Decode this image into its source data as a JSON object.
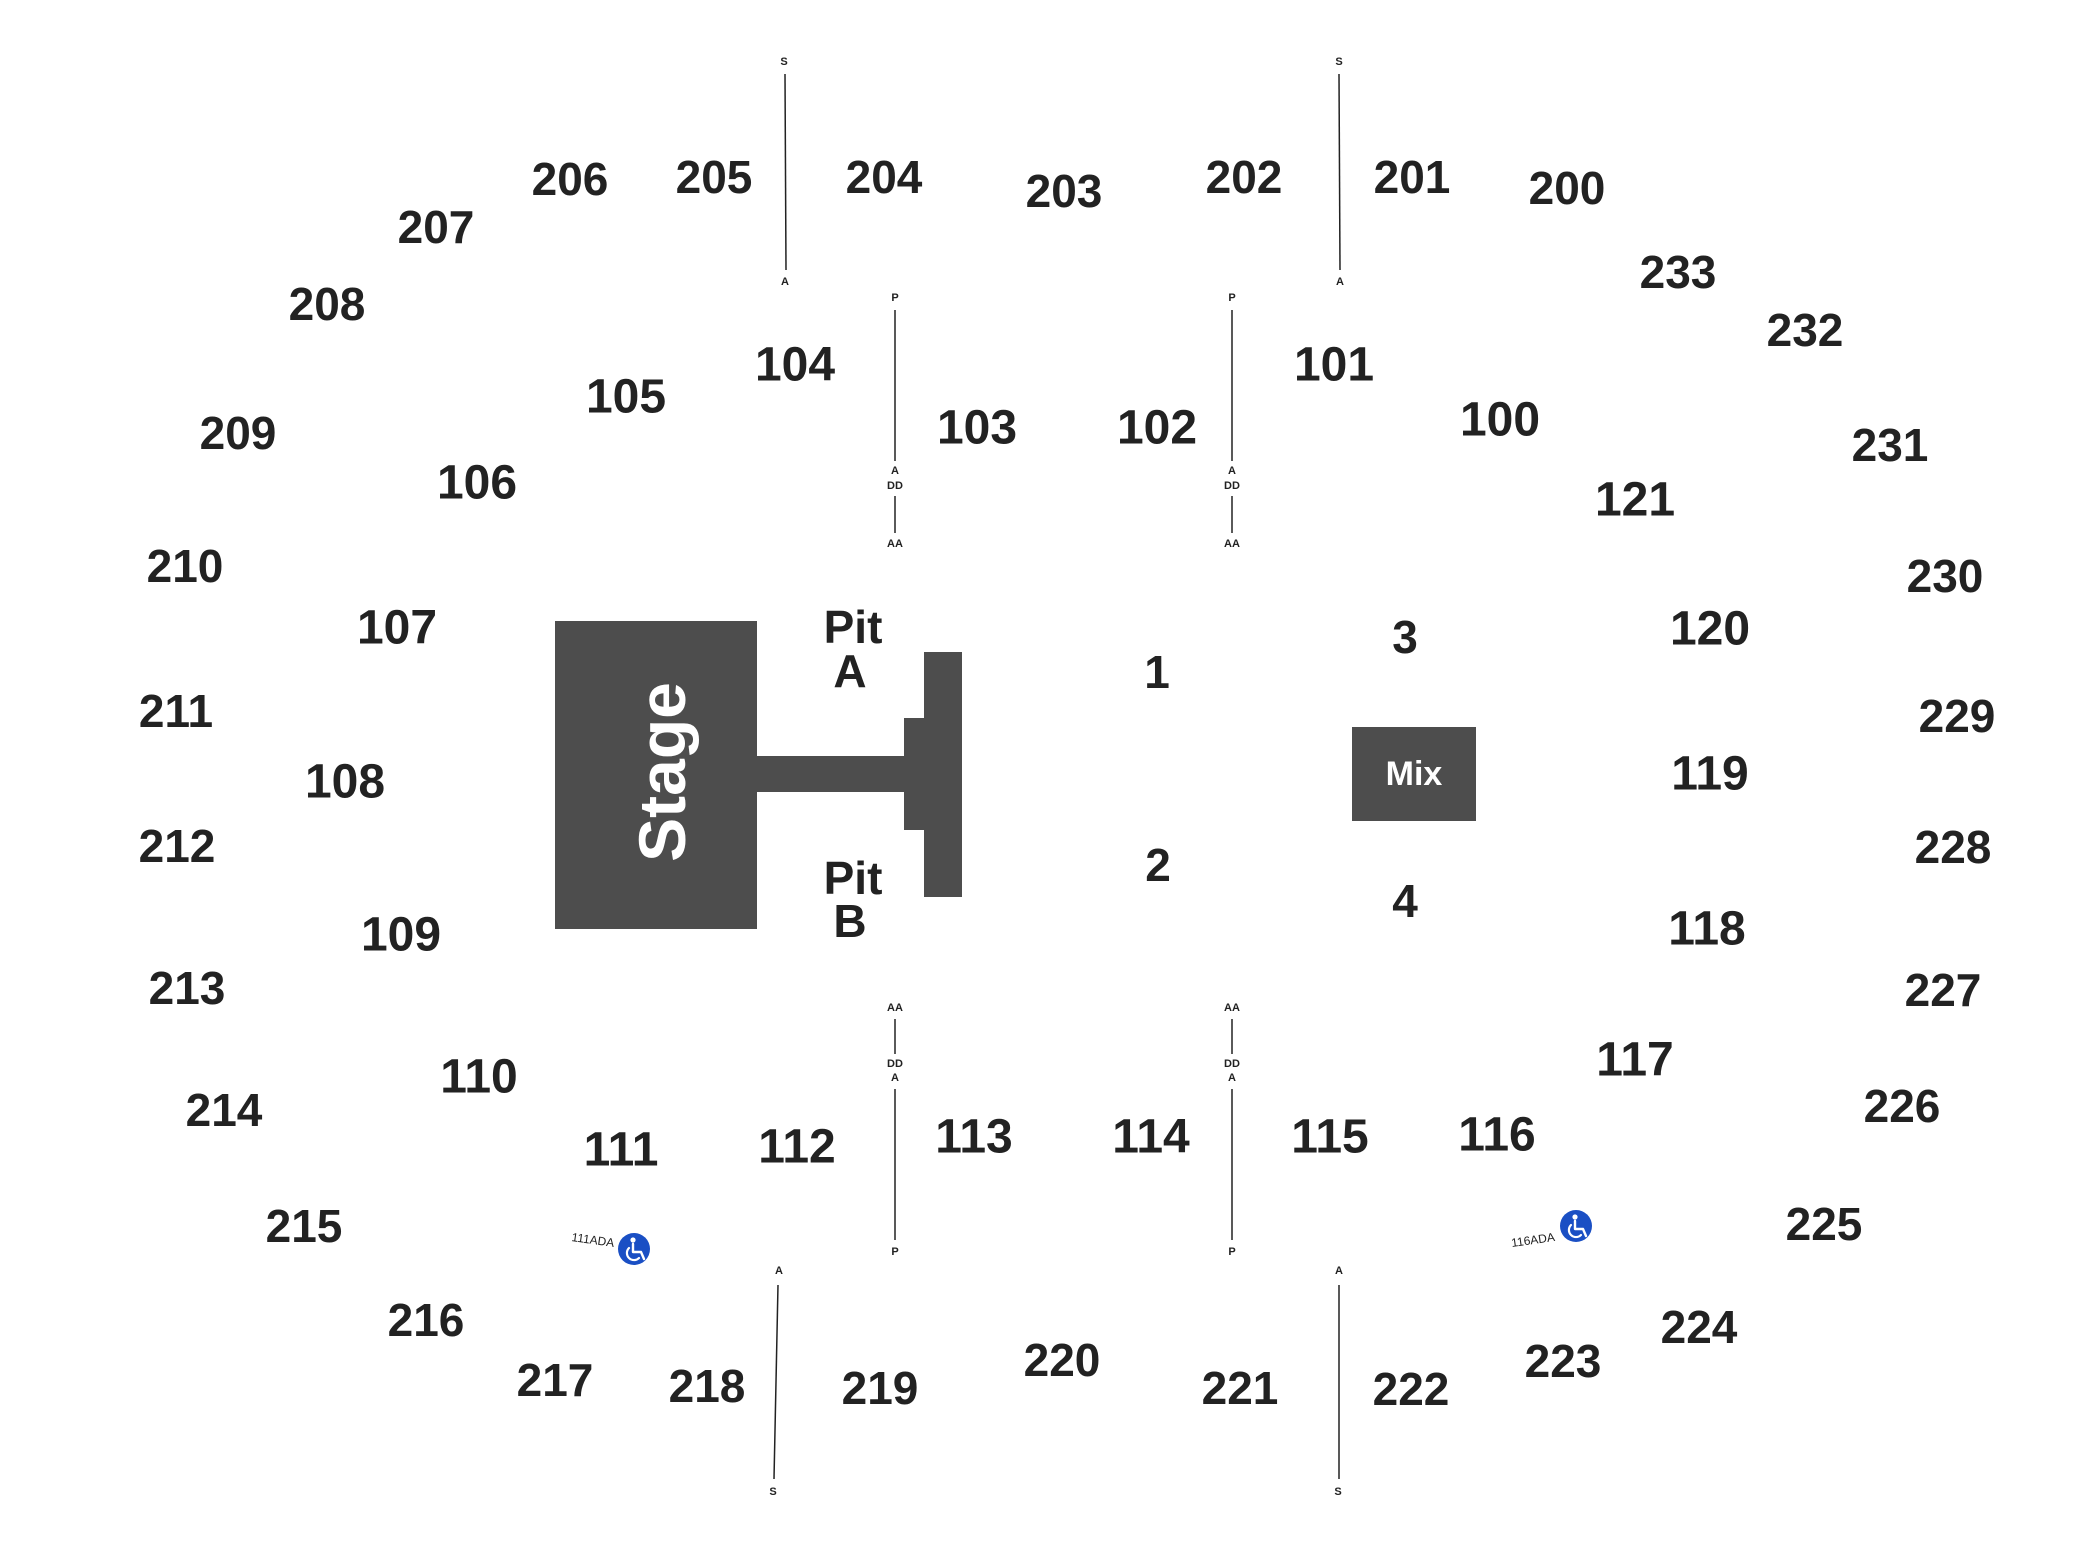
{
  "stage": {
    "label": "Stage"
  },
  "mix": {
    "label": "Mix"
  },
  "pits": [
    {
      "key": "pit-a",
      "line1": "Pit",
      "line2": "A"
    },
    {
      "key": "pit-b",
      "line1": "Pit",
      "line2": "B"
    }
  ],
  "floor_sections": [
    "1",
    "2",
    "3",
    "4"
  ],
  "lower_sections": [
    "100",
    "101",
    "102",
    "103",
    "104",
    "105",
    "106",
    "107",
    "108",
    "109",
    "110",
    "111",
    "112",
    "113",
    "114",
    "115",
    "116",
    "117",
    "118",
    "119",
    "120",
    "121"
  ],
  "upper_sections": [
    "200",
    "201",
    "202",
    "203",
    "204",
    "205",
    "206",
    "207",
    "208",
    "209",
    "210",
    "211",
    "212",
    "213",
    "214",
    "215",
    "216",
    "217",
    "218",
    "219",
    "220",
    "221",
    "222",
    "223",
    "224",
    "225",
    "226",
    "227",
    "228",
    "229",
    "230",
    "231",
    "232",
    "233"
  ],
  "aisle_labels": {
    "s": "S",
    "a": "A",
    "p": "P",
    "dd": "DD",
    "aa": "AA"
  },
  "accessible": [
    {
      "label": "111ADA",
      "icon": "wheelchair-icon"
    },
    {
      "label": "116ADA",
      "icon": "wheelchair-icon"
    }
  ],
  "colors": {
    "stage_fill": "#4d4d4d",
    "ada_icon": "#1a4fc4",
    "text": "#222222"
  }
}
